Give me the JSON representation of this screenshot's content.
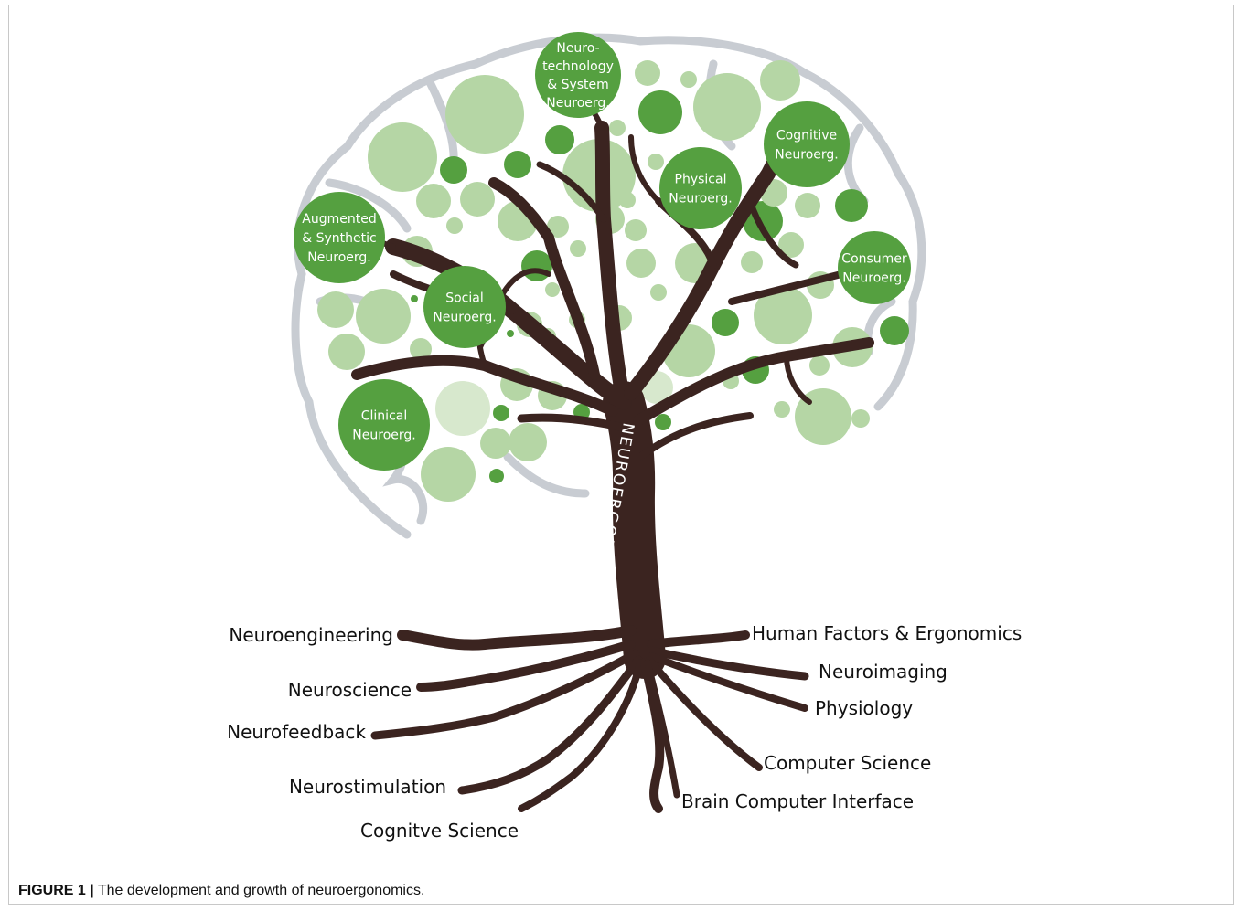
{
  "colors": {
    "trunk": "#3b2420",
    "leaf_dark": "#55a040",
    "leaf_mid": "#7fb76a",
    "leaf_light": "#b5d6a5",
    "leaf_pale": "#d7e8cd",
    "brain_outline": "#b6bcc4"
  },
  "trunk_label": "NEUROERGONOMICS",
  "branches": [
    {
      "id": "neurotech",
      "lines": [
        "Neuro-",
        "technology",
        "& System",
        "Neuroerg."
      ]
    },
    {
      "id": "cognitive",
      "lines": [
        "Cognitive",
        "Neuroerg."
      ]
    },
    {
      "id": "physical",
      "lines": [
        "Physical",
        "Neuroerg."
      ]
    },
    {
      "id": "augmented",
      "lines": [
        "Augmented",
        "& Synthetic",
        "Neuroerg."
      ]
    },
    {
      "id": "consumer",
      "lines": [
        "Consumer",
        "Neuroerg."
      ]
    },
    {
      "id": "social",
      "lines": [
        "Social",
        "Neuroerg."
      ]
    },
    {
      "id": "clinical",
      "lines": [
        "Clinical",
        "Neuroerg."
      ]
    }
  ],
  "roots": {
    "left": [
      "Neuroengineering",
      "Neuroscience",
      "Neurofeedback",
      "Neurostimulation",
      "Cognitve Science"
    ],
    "right": [
      "Human Factors & Ergonomics",
      "Neuroimaging",
      "Physiology",
      "Computer Science",
      "Brain Computer Interface"
    ]
  },
  "caption": {
    "label": "FIGURE 1 |",
    "text": "The development and growth of neuroergonomics."
  }
}
